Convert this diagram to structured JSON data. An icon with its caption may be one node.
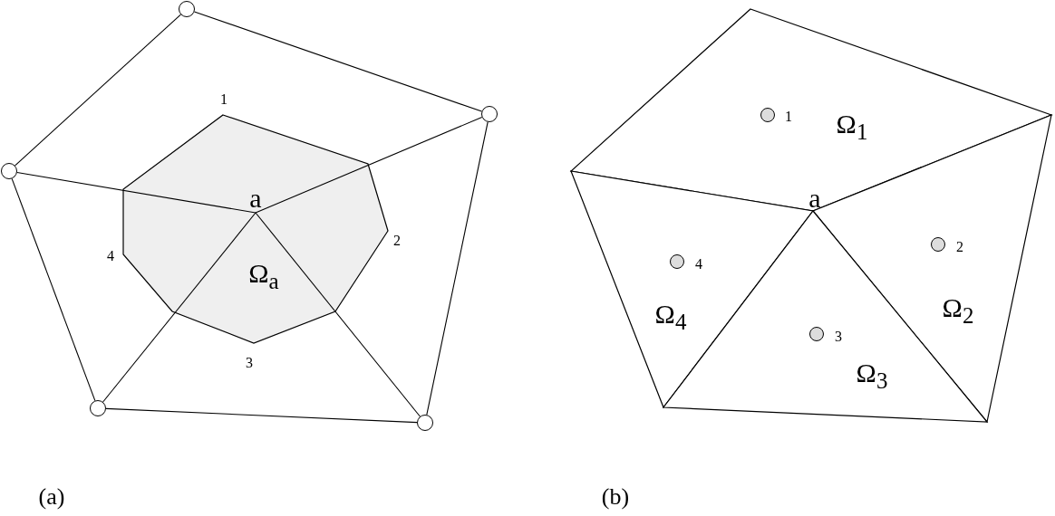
{
  "diagram": {
    "nodes": [
      {
        "text": [],
        "shape": "circle"
      },
      {
        "text": [],
        "shape": "circle"
      },
      {
        "text": [],
        "shape": "circle"
      },
      {
        "text": [],
        "shape": "circle"
      },
      {
        "text": [],
        "shape": "circle"
      },
      {
        "text": [
          "Ω$_{a}$"
        ]
      },
      {
        "text": [
          "a"
        ],
        "in": 5
      },
      {
        "text": [
          "Ω$_{1}$"
        ]
      },
      {
        "text": [],
        "shape": "circle",
        "in": 7,
        "beside": [
          "1"
        ]
      },
      {
        "text": [
          "Ω$_{4}$"
        ]
      },
      {
        "text": [],
        "shape": "circle",
        "in": 9,
        "beside": [
          "4"
        ]
      },
      {
        "text": [
          "Ω$_{2}$"
        ]
      },
      {
        "text": [],
        "shape": "circle",
        "in": 11,
        "beside": [
          "2"
        ]
      },
      {
        "text": [
          "Ω$_{3}$"
        ]
      },
      {
        "text": [],
        "shape": "circle",
        "in": 13,
        "beside": [
          "3"
        ]
      }
    ],
    "edges": [
      {
        "from": 0,
        "to": 1,
        "arrow": "none"
      },
      {
        "from": 1,
        "to": 4,
        "arrow": "none"
      },
      {
        "from": 4,
        "to": 3,
        "arrow": "none"
      },
      {
        "from": 3,
        "to": 2,
        "arrow": "none"
      },
      {
        "from": 2,
        "to": 0,
        "arrow": "none"
      },
      {
        "from": 2,
        "to": 6,
        "arrow": "none"
      },
      {
        "from": 1,
        "to": 6,
        "arrow": "none"
      },
      {
        "from": 3,
        "to": 6,
        "arrow": "none"
      },
      {
        "from": 4,
        "to": 6,
        "arrow": "none"
      }
    ],
    "labels": [
      "1",
      "2",
      "3",
      "4",
      "a",
      "(a)",
      "(b)"
    ]
  }
}
